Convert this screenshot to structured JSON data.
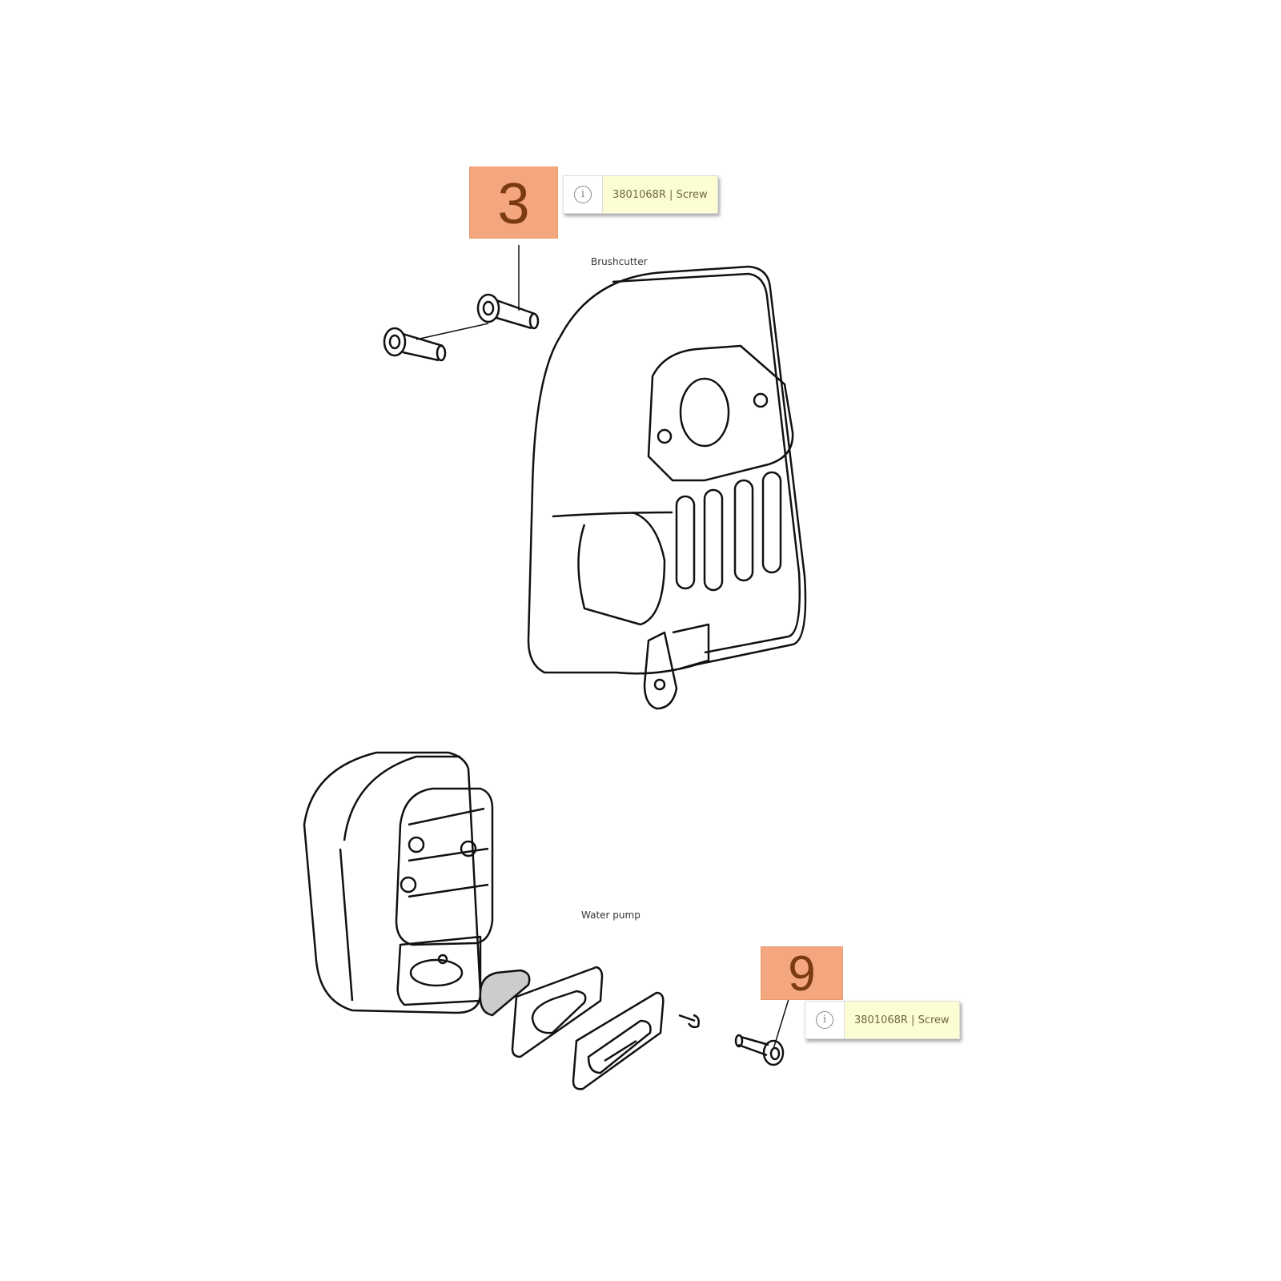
{
  "callouts": [
    {
      "number": "3",
      "part": "3801068R | Screw",
      "info_icon": "info-icon"
    },
    {
      "number": "9",
      "part": "3801068R | Screw",
      "info_icon": "info-icon"
    }
  ],
  "labels": {
    "brushcutter": "Brushcutter",
    "water_pump": "Water pump"
  },
  "colors": {
    "callout_bg": "#f4a77e",
    "callout_text": "#7a3a12",
    "tooltip_bg": "#fdfdd4"
  }
}
